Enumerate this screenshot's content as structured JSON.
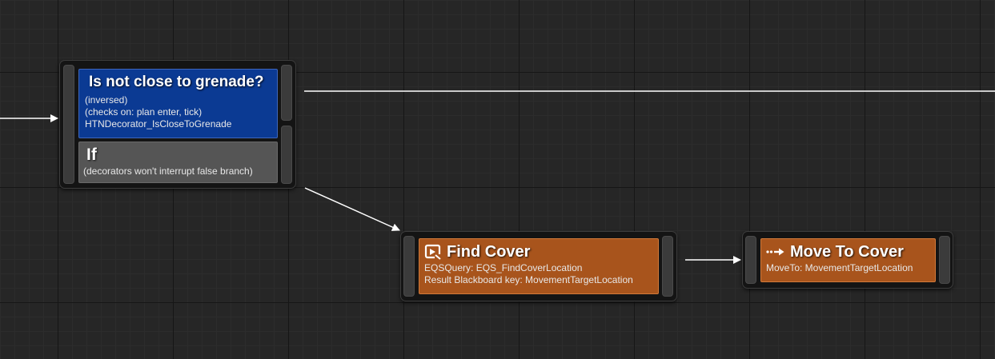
{
  "graph": {
    "decorator_node": {
      "title": "Is not close to grenade?",
      "details": [
        "(inversed)",
        "(checks on: plan enter, tick)",
        "HTNDecorator_IsCloseToGrenade"
      ]
    },
    "if_node": {
      "title": "If",
      "subtitle": "(decorators won't interrupt false branch)"
    },
    "find_cover_node": {
      "title": "Find Cover",
      "icon": "eqs-task-icon",
      "lines": [
        "EQSQuery: EQS_FindCoverLocation",
        "Result Blackboard key: MovementTargetLocation"
      ]
    },
    "move_to_cover_node": {
      "title": "Move To Cover",
      "icon": "move-to-arrow-icon",
      "lines": [
        "MoveTo: MovementTargetLocation"
      ]
    }
  },
  "colors": {
    "background": "#262626",
    "decorator_blue": "#0b3a93",
    "if_gray": "#555555",
    "task_orange": "#a8541c",
    "wire": "#ffffff"
  }
}
